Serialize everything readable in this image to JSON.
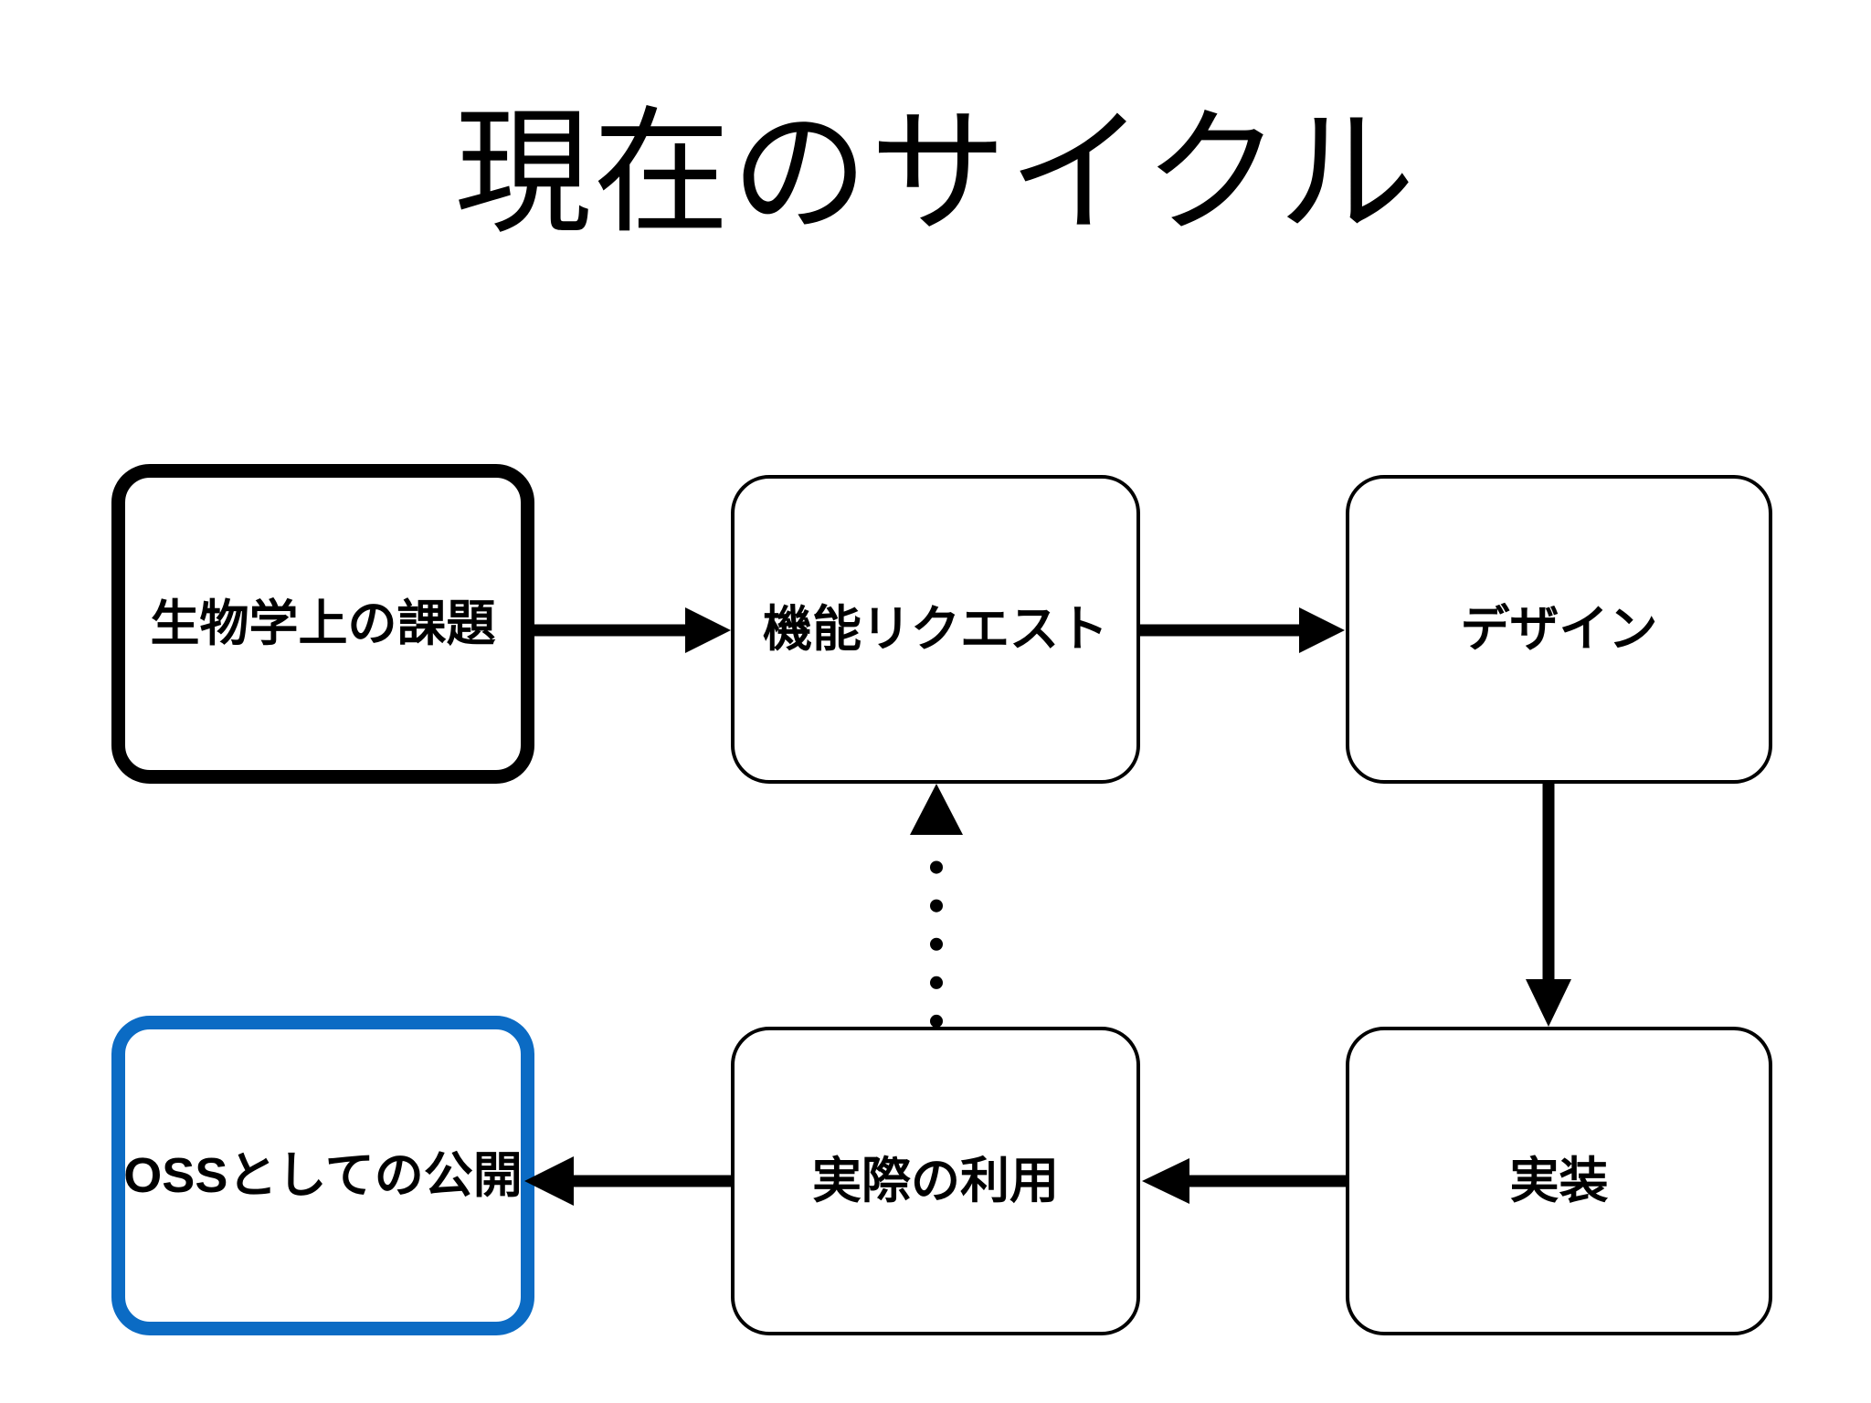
{
  "slide": {
    "title": "現在のサイクル",
    "background_color": "#ffffff"
  },
  "colors": {
    "stroke_default": "#000000",
    "highlight_start": "#000000",
    "highlight_oss": "#0B6BC4",
    "text": "#000000"
  },
  "diagram": {
    "type": "flow-cycle",
    "nodes": [
      {
        "id": "problem",
        "label": "生物学上の課題",
        "emphasis": "thick-black",
        "row": "top",
        "col": 1
      },
      {
        "id": "request",
        "label": "機能リクエスト",
        "emphasis": "normal",
        "row": "top",
        "col": 2
      },
      {
        "id": "design",
        "label": "デザイン",
        "emphasis": "normal",
        "row": "top",
        "col": 3
      },
      {
        "id": "oss",
        "label": "OSSとしての公開",
        "emphasis": "thick-blue",
        "row": "bottom",
        "col": 1
      },
      {
        "id": "usage",
        "label": "実際の利用",
        "emphasis": "normal",
        "row": "bottom",
        "col": 2
      },
      {
        "id": "impl",
        "label": "実装",
        "emphasis": "normal",
        "row": "bottom",
        "col": 3
      }
    ],
    "edges": [
      {
        "id": "e1",
        "from": "problem",
        "to": "request",
        "direction": "right",
        "style": "solid"
      },
      {
        "id": "e2",
        "from": "request",
        "to": "design",
        "direction": "right",
        "style": "solid"
      },
      {
        "id": "e3",
        "from": "design",
        "to": "impl",
        "direction": "down",
        "style": "solid"
      },
      {
        "id": "e4",
        "from": "impl",
        "to": "usage",
        "direction": "left",
        "style": "solid"
      },
      {
        "id": "e5",
        "from": "usage",
        "to": "oss",
        "direction": "left",
        "style": "solid"
      },
      {
        "id": "e6",
        "from": "usage",
        "to": "request",
        "direction": "up",
        "style": "dotted"
      }
    ]
  }
}
